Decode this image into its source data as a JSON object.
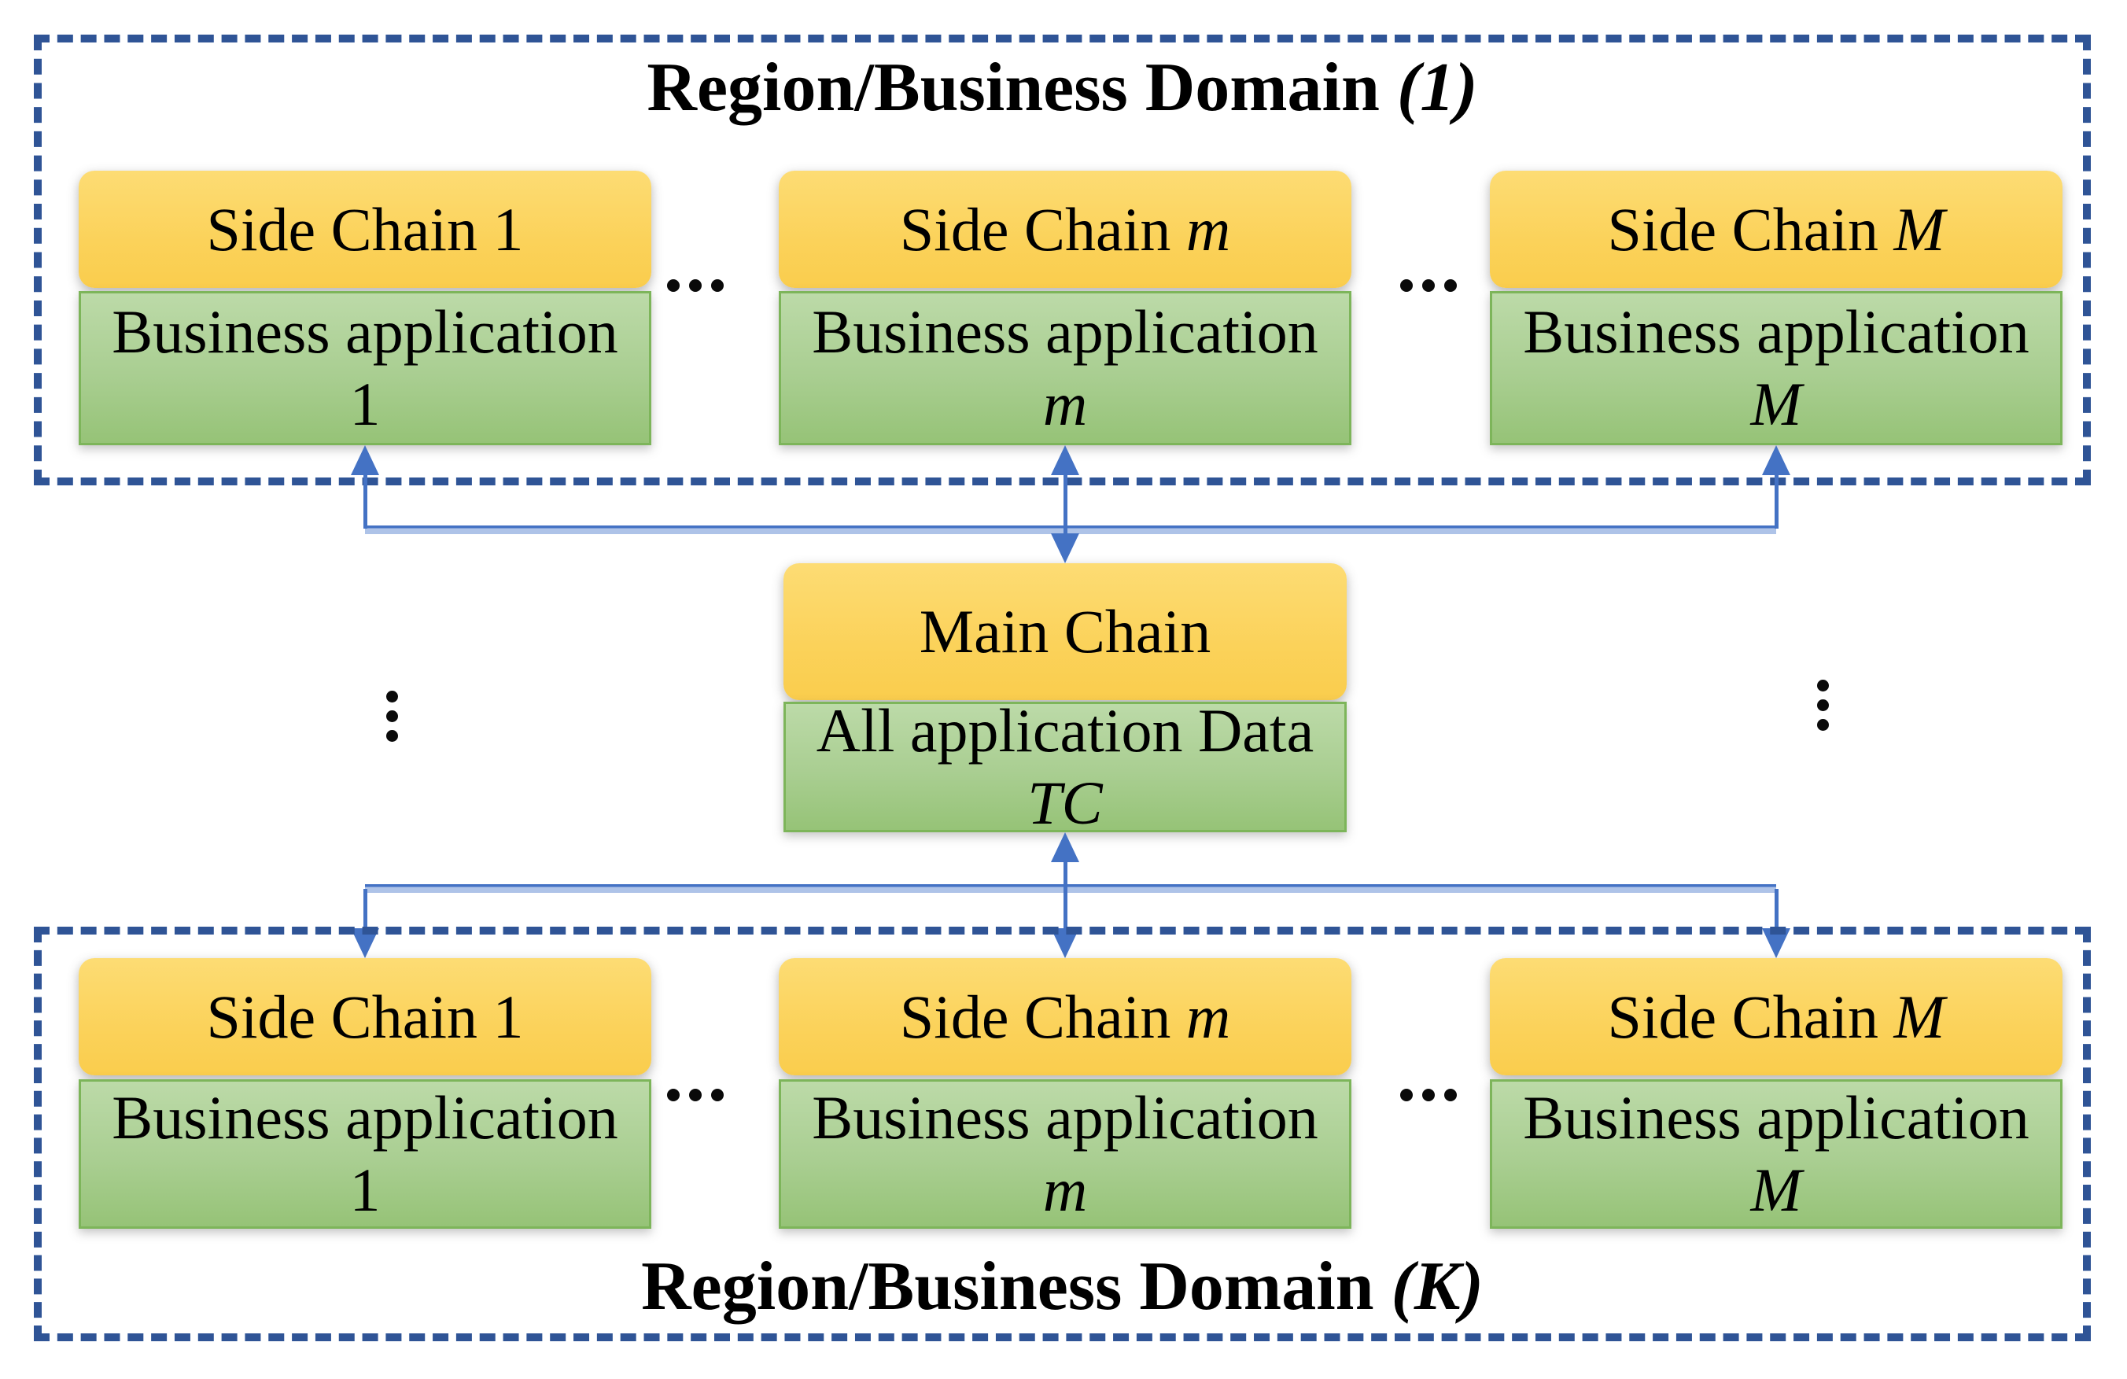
{
  "colors": {
    "background": "#FFFFFF",
    "side_chain_yellow": "#FBD25A",
    "application_green": "#A9CE91",
    "application_green_border": "#7DB55A",
    "arrow_blue": "#4472C4",
    "connector_light_blue": "#AEC3E8",
    "region_dashed_border": "#2F5496",
    "text": "#000000"
  },
  "icons": {
    "horizontal_ellipsis": "three-dots-horizontal",
    "vertical_ellipsis": "three-dots-vertical",
    "arrow": "blue-triangle-arrowhead"
  },
  "regions": [
    {
      "title": {
        "text": "Region/Business Domain ",
        "var": "(1)",
        "var_class": "vi"
      },
      "chains": [
        {
          "chain": {
            "text": "Side Chain ",
            "var": "1",
            "var_class": "vn"
          },
          "app": {
            "line1": "Business application",
            "var": "1",
            "var_class": "vn"
          }
        },
        {
          "chain": {
            "text": "Side Chain ",
            "var": "m",
            "var_class": "vi"
          },
          "app": {
            "line1": "Business application",
            "var": "m",
            "var_class": "vi"
          }
        },
        {
          "chain": {
            "text": "Side Chain ",
            "var": "M",
            "var_class": "vi"
          },
          "app": {
            "line1": "Business application",
            "var": "M",
            "var_class": "vi"
          }
        }
      ]
    },
    {
      "title": {
        "text": "Region/Business Domain ",
        "var": "(K)",
        "var_class": "vi"
      },
      "chains": [
        {
          "chain": {
            "text": "Side Chain ",
            "var": "1",
            "var_class": "vn"
          },
          "app": {
            "line1": "Business application",
            "var": "1",
            "var_class": "vn"
          }
        },
        {
          "chain": {
            "text": "Side Chain ",
            "var": "m",
            "var_class": "vi"
          },
          "app": {
            "line1": "Business application",
            "var": "m",
            "var_class": "vi"
          }
        },
        {
          "chain": {
            "text": "Side Chain ",
            "var": "M",
            "var_class": "vi"
          },
          "app": {
            "line1": "Business application",
            "var": "M",
            "var_class": "vi"
          }
        }
      ]
    }
  ],
  "main_chain": {
    "label": "Main Chain",
    "data": {
      "line1": "All application Data",
      "var": "TC",
      "var_class": "vi"
    }
  }
}
